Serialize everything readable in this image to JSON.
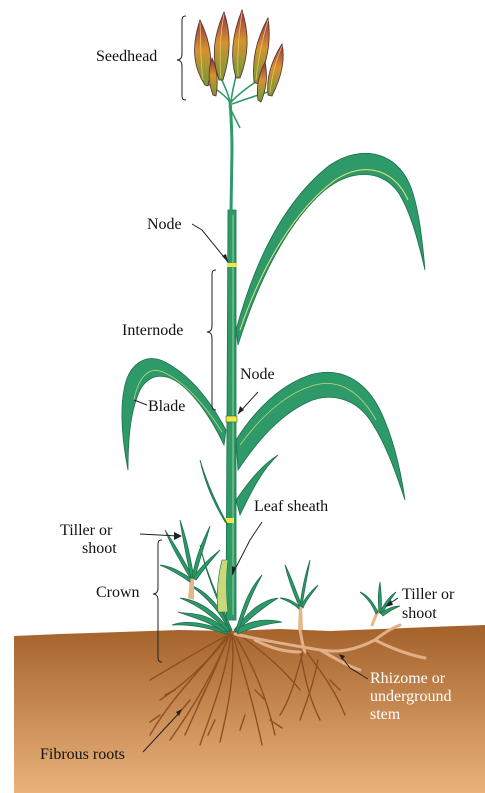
{
  "labels": {
    "seedhead": "Seedhead",
    "node_upper": "Node",
    "internode": "Internode",
    "node_lower": "Node",
    "blade": "Blade",
    "leaf_sheath": "Leaf sheath",
    "tiller_left_line1": "Tiller or",
    "tiller_left_line2": "shoot",
    "crown": "Crown",
    "tiller_right_line1": "Tiller or",
    "tiller_right_line2": "shoot",
    "rhizome_line1": "Rhizome or",
    "rhizome_line2": "underground",
    "rhizome_line3": "stem",
    "fibrous_roots": "Fibrous roots"
  },
  "colors": {
    "soil_top": "#a4612a",
    "soil_bottom": "#e9b27a",
    "leaf": "#2e9a6a",
    "leaf_dark": "#1d6e4a",
    "leaf_light": "#b9d97a",
    "seed_red": "#9a3a3a",
    "seed_orange": "#d99a3a",
    "seed_green": "#6a9a3a",
    "root": "#9a5a2a",
    "rhizome": "#e0b088",
    "node_yellow": "#f2e64a"
  }
}
